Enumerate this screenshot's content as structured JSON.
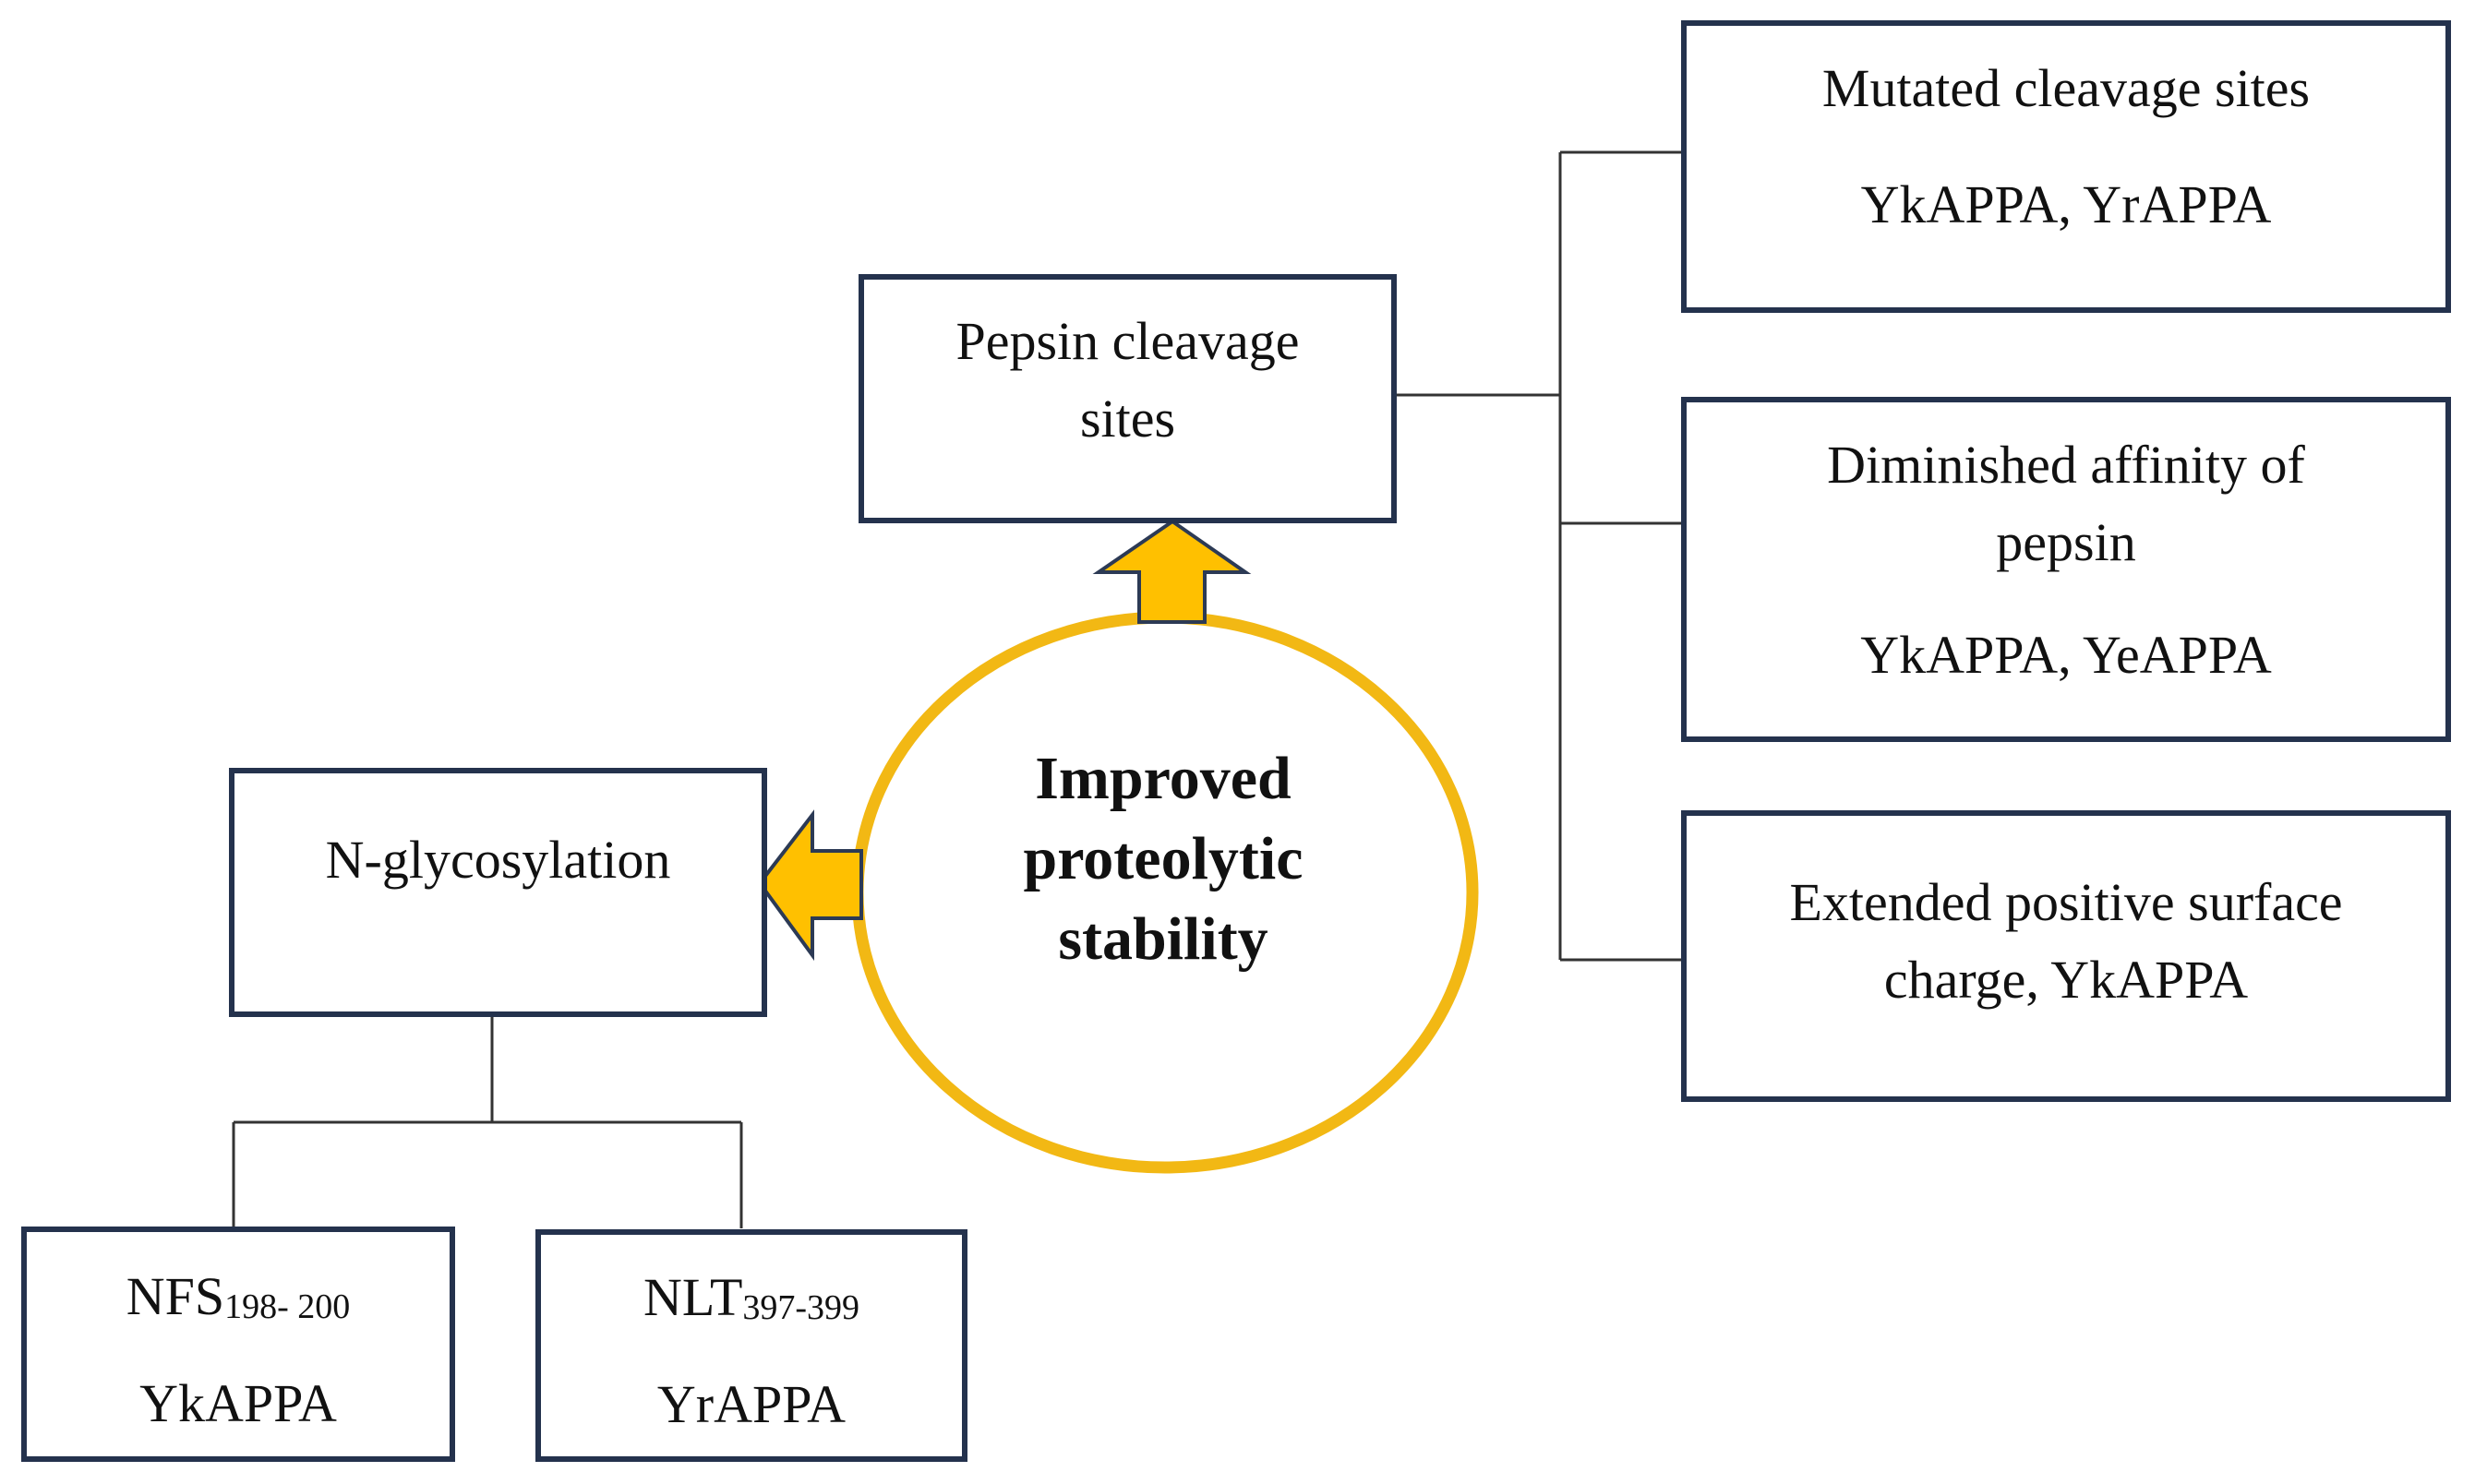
{
  "colors": {
    "box_border": "#24324d",
    "connector": "#333333",
    "accent_fill": "#ffc000",
    "accent_stroke": "#e3ae0c",
    "arrow_outline": "#2c3a55"
  },
  "center": {
    "line1": "Improved",
    "line2": "proteolytic",
    "line3": "stability"
  },
  "pepsin": {
    "line1": "Pepsin cleavage",
    "line2": "sites"
  },
  "mutated": {
    "title": "Mutated cleavage sites",
    "strains": "YkAPPA, YrAPPA"
  },
  "diminished": {
    "line1": "Diminished affinity of",
    "line2": "pepsin",
    "strains": "YkAPPA, YeAPPA"
  },
  "extended": {
    "line1": "Extended positive surface",
    "line2": "charge, YkAPPA"
  },
  "nglyco": {
    "title": "N-glycosylation"
  },
  "nfs": {
    "motif": "NFS",
    "range": "198- 200",
    "strain": "YkAPPA"
  },
  "nlt": {
    "motif": "NLT",
    "range": "397-399",
    "strain": "YrAPPA"
  }
}
